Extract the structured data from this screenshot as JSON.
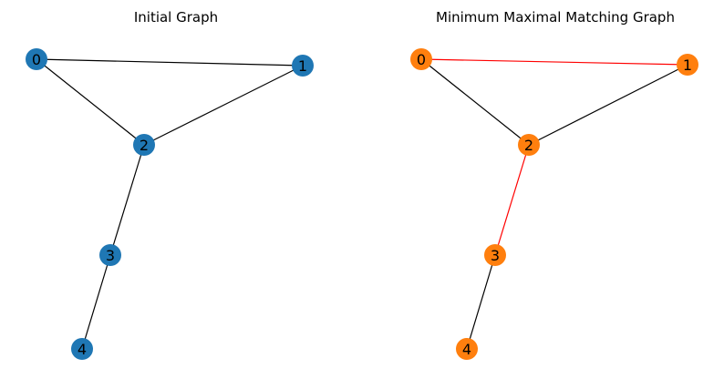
{
  "panels": [
    {
      "title": "Initial Graph",
      "node_color": "#1f77b4",
      "nodes": [
        {
          "id": "0",
          "label": "0"
        },
        {
          "id": "1",
          "label": "1"
        },
        {
          "id": "2",
          "label": "2"
        },
        {
          "id": "3",
          "label": "3"
        },
        {
          "id": "4",
          "label": "4"
        }
      ],
      "edges": [
        {
          "source": "0",
          "target": "1",
          "color": "#000000"
        },
        {
          "source": "0",
          "target": "2",
          "color": "#000000"
        },
        {
          "source": "1",
          "target": "2",
          "color": "#000000"
        },
        {
          "source": "2",
          "target": "3",
          "color": "#000000"
        },
        {
          "source": "3",
          "target": "4",
          "color": "#000000"
        }
      ]
    },
    {
      "title": "Minimum Maximal Matching Graph",
      "node_color": "#ff7f0e",
      "nodes": [
        {
          "id": "0",
          "label": "0"
        },
        {
          "id": "1",
          "label": "1"
        },
        {
          "id": "2",
          "label": "2"
        },
        {
          "id": "3",
          "label": "3"
        },
        {
          "id": "4",
          "label": "4"
        }
      ],
      "edges": [
        {
          "source": "0",
          "target": "1",
          "color": "#ff0000",
          "matched": true
        },
        {
          "source": "0",
          "target": "2",
          "color": "#000000",
          "matched": false
        },
        {
          "source": "1",
          "target": "2",
          "color": "#000000",
          "matched": false
        },
        {
          "source": "2",
          "target": "3",
          "color": "#ff0000",
          "matched": true
        },
        {
          "source": "3",
          "target": "4",
          "color": "#000000",
          "matched": false
        }
      ]
    }
  ]
}
